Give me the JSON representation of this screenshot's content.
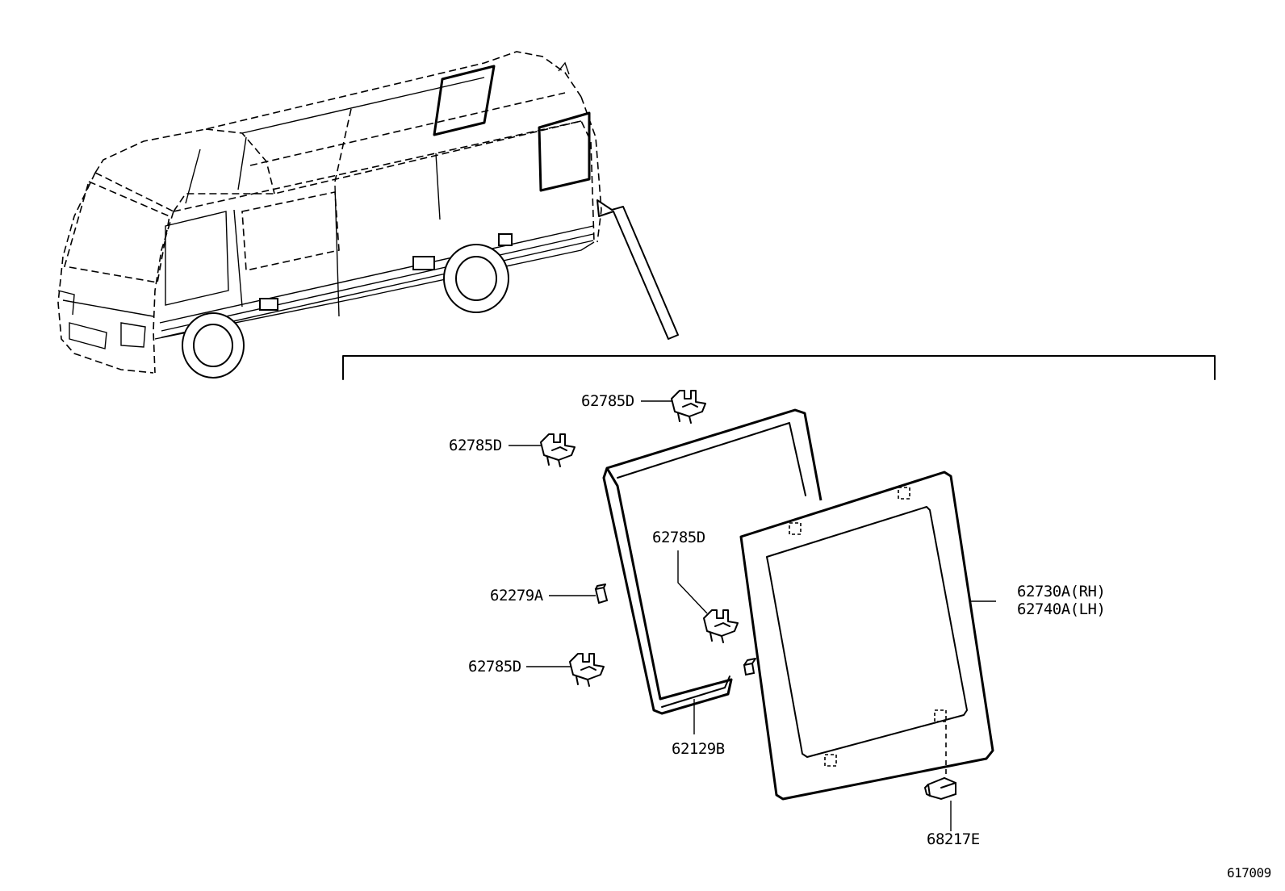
{
  "diagram_id": "617009",
  "parts": [
    {
      "id": "clip_top",
      "label": "62785D"
    },
    {
      "id": "clip_left",
      "label": "62785D"
    },
    {
      "id": "clip_mid",
      "label": "62785D"
    },
    {
      "id": "clip_bottom",
      "label": "62785D"
    },
    {
      "id": "spacer",
      "label": "62279A"
    },
    {
      "id": "weatherstrip",
      "label": "62129B"
    },
    {
      "id": "glass_rh",
      "label": "62730A(RH)"
    },
    {
      "id": "glass_lh",
      "label": "62740A(LH)"
    },
    {
      "id": "retainer",
      "label": "68217E"
    }
  ]
}
